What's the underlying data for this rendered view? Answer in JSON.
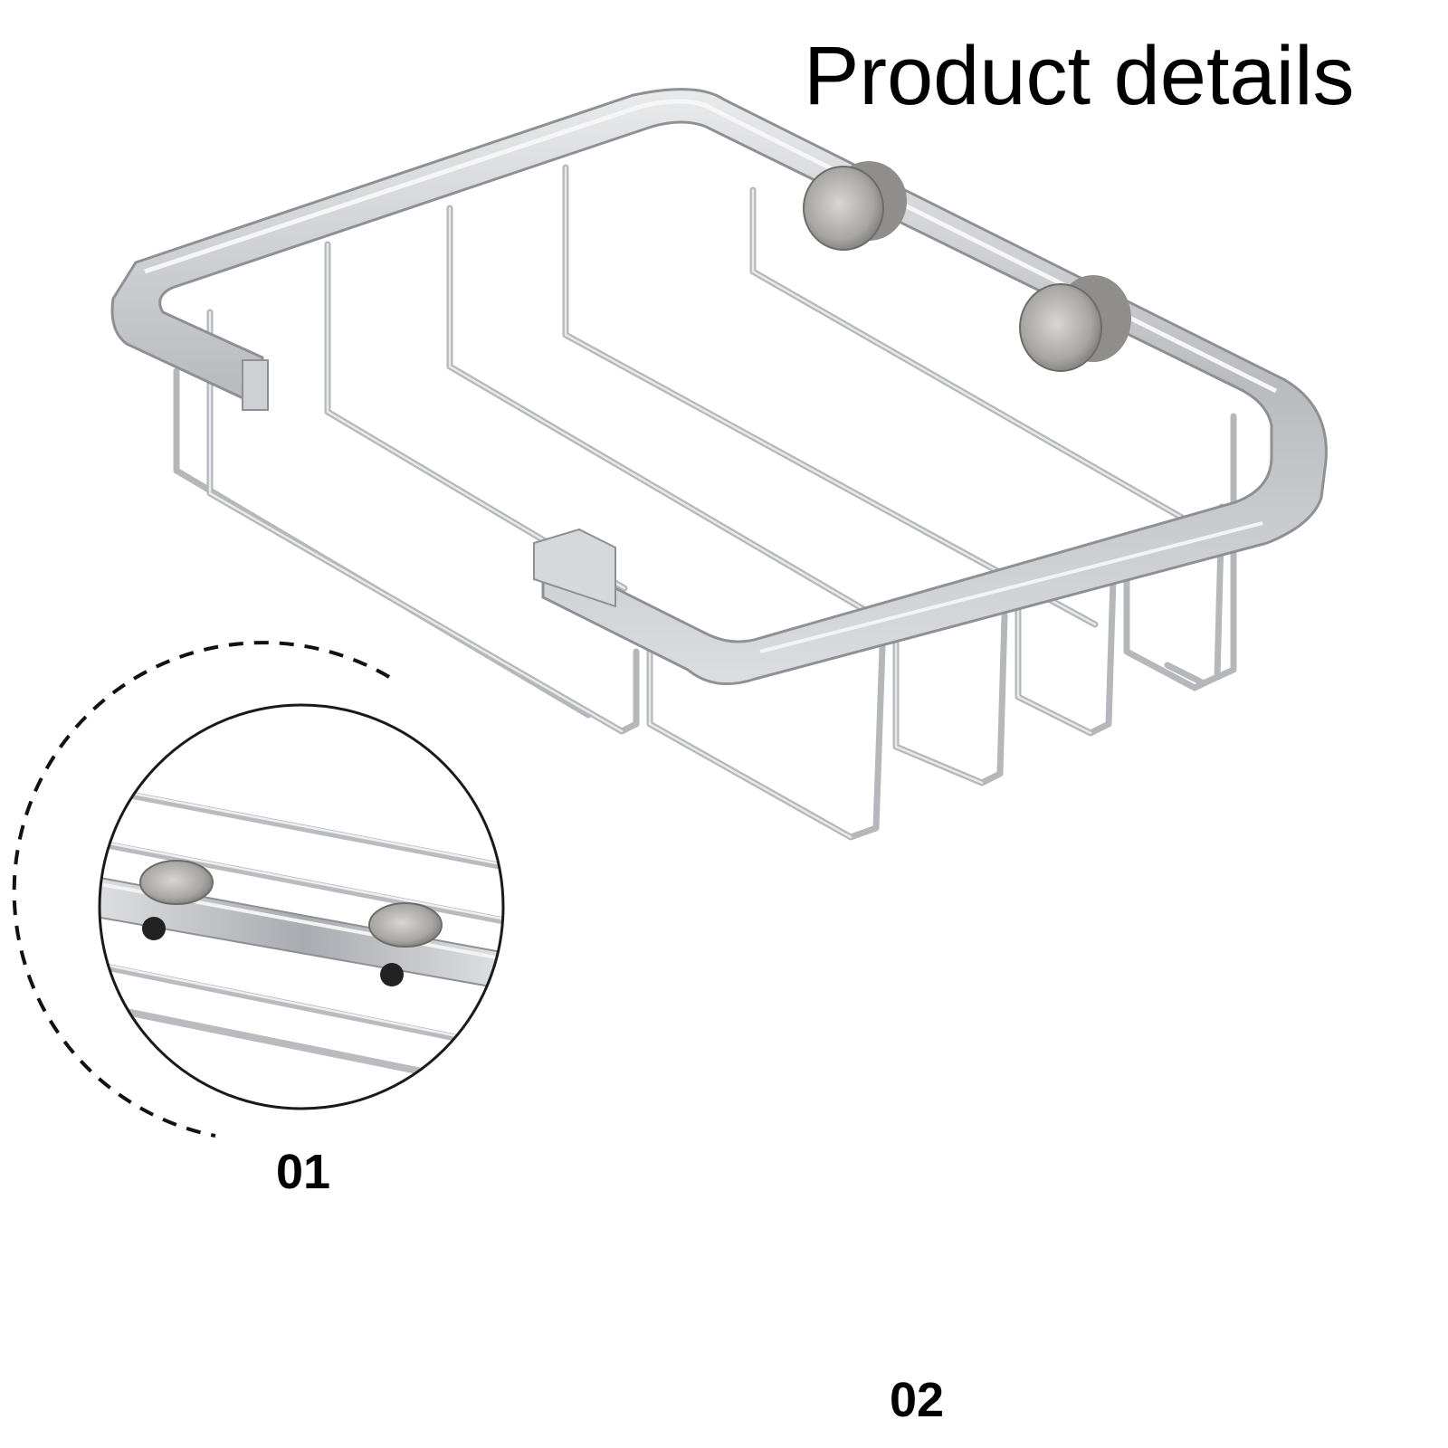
{
  "title": "Product details",
  "details": [
    {
      "label": "01",
      "icon": "mounting-screws-closeup"
    },
    {
      "label": "02",
      "icon": "wire-basket-closeup"
    }
  ],
  "colors": {
    "background": "#ffffff",
    "text": "#000000",
    "chrome": "#c9cbcf",
    "chrome_dark": "#8e9095"
  }
}
